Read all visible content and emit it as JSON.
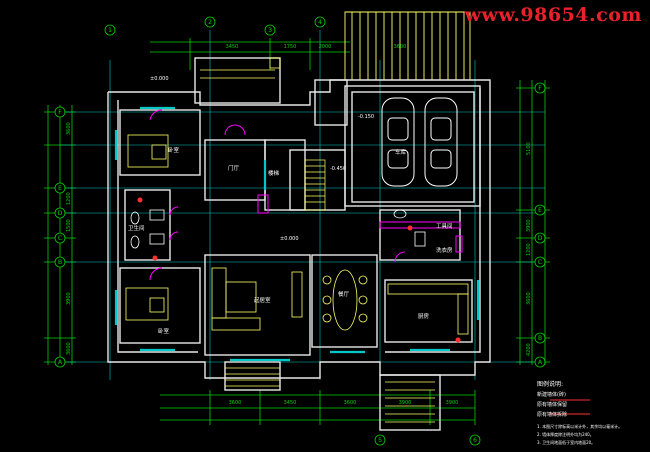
{
  "watermark": "www.98654.com",
  "colors": {
    "background": "#000000",
    "walls": "#ffffff",
    "dims": "#00d000",
    "axis": "#00c8c8",
    "furniture": "#ffff66",
    "doors": "#ff00ff",
    "fixtures": "#ff3030",
    "grid_lines": "#ff66cc",
    "watermark": "#e8212b"
  },
  "axis_labels_right": [
    "F",
    "E",
    "D",
    "C",
    "B",
    "A"
  ],
  "axis_labels_left": [
    "F",
    "E",
    "D",
    "C",
    "B",
    "A"
  ],
  "axis_labels_top": [
    "1",
    "2",
    "3",
    "4",
    "5",
    "6"
  ],
  "rooms": {
    "bedroom_upper": "卧室",
    "bedroom_lower": "卧室",
    "living_room": "起居室",
    "dining": "餐厅",
    "kitchen": "厨房",
    "garage": "车库",
    "foyer": "门厅",
    "stair": "楼梯",
    "toilet": "卫生间",
    "storage": "工具间",
    "laundry": "洗衣房"
  },
  "dimensions_top": [
    "3450",
    "1750",
    "2000",
    "3600"
  ],
  "dimensions_bottom": [
    "3600",
    "3450",
    "3600",
    "3900",
    "3900"
  ],
  "dimensions_left": [
    "3600",
    "1200",
    "1500",
    "3900",
    "3600"
  ],
  "dimensions_right": [
    "5100",
    "3900",
    "1200",
    "3600",
    "4200"
  ],
  "level_marks": [
    "±0.000",
    "-0.450",
    "-0.150",
    "±0.000"
  ],
  "legend": {
    "title": "图例说明:",
    "items": [
      "新建墙体(砖)",
      "原有墙体保留",
      "原有墙体拆除"
    ],
    "notes": [
      "1. 本图尺寸除标高以米计外，其余均以毫米计。",
      "2. 墙体厚度除注明外均为240。",
      "3. 卫生间地面低于室内地面20。"
    ]
  }
}
